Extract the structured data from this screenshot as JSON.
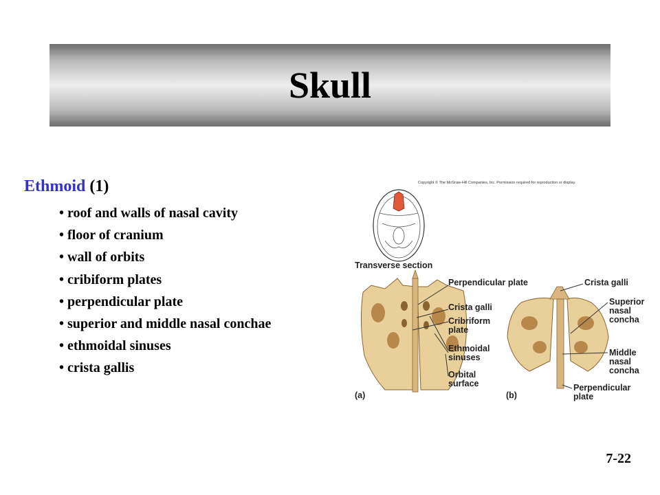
{
  "title": "Skull",
  "heading": {
    "term": "Ethmoid",
    "count": "(1)"
  },
  "bullets": [
    "roof and walls of nasal cavity",
    "floor of cranium",
    "wall of orbits",
    "cribiform plates",
    "perpendicular plate",
    "superior and middle nasal conchae",
    "ethmoidal sinuses",
    "crista gallis"
  ],
  "figure": {
    "copyright": "Copyright © The McGraw-Hill Companies, Inc. Permission required for reproduction or display.",
    "transverse_label": "Transverse section",
    "a_labels": [
      "Perpendicular plate",
      "Crista galli",
      "Cribriform plate",
      "Ethmoidal sinuses",
      "Orbital surface"
    ],
    "b_labels": [
      "Crista galli",
      "Superior nasal concha",
      "Middle nasal concha",
      "Perpendicular plate"
    ],
    "panel_a": "(a)",
    "panel_b": "(b)",
    "colors": {
      "bone": "#e9cf9a",
      "bone_shade": "#b8884a",
      "highlight": "#e05a3a"
    }
  },
  "slide_number": "7-22"
}
